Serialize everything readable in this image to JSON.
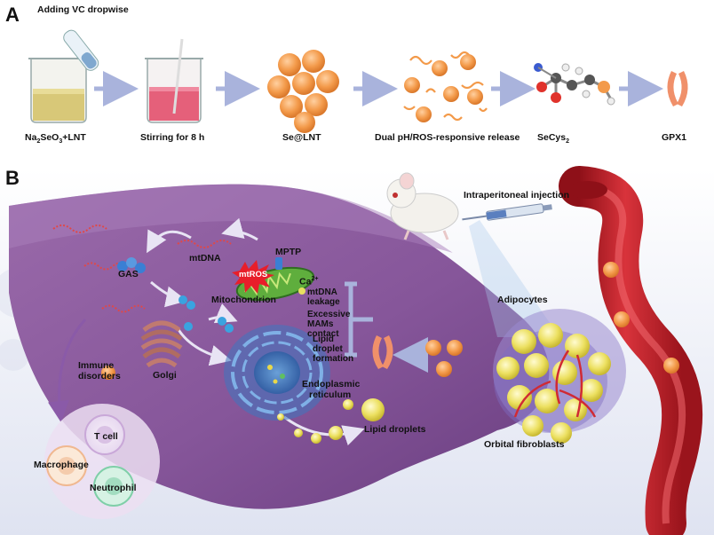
{
  "panel_a": {
    "letter": "A",
    "top_note": "Adding VC dropwise",
    "steps": [
      {
        "label_main": "Na",
        "sub1": "2",
        "mid": "SeO",
        "sub2": "3",
        "tail": "+LNT"
      },
      {
        "label": "Stirring for 8 h"
      },
      {
        "label": "Se@LNT"
      },
      {
        "label": "Dual pH/ROS-responsive release"
      },
      {
        "label_main": "SeCys",
        "sub1": "2"
      },
      {
        "label": "GPX1"
      }
    ]
  },
  "panel_b": {
    "letter": "B",
    "labels": {
      "mtdna": "mtDNA",
      "gas": "GAS",
      "mtros": "mtROS",
      "mptp": "MPTP",
      "ca": "Ca",
      "ca_sup": "2+",
      "mitochondrion": "Mitochondrion",
      "golgi": "Golgi",
      "er_line1": "Endoplasmic",
      "er_line2": "reticulum",
      "lipid_droplets": "Lipid droplets",
      "immune_line1": "Immune",
      "immune_line2": "disorders",
      "t_cell": "T cell",
      "macrophage": "Macrophage",
      "neutrophil": "Neutrophil",
      "injection": "Intraperitoneal injection",
      "adipocytes": "Adipocytes",
      "orbital": "Orbital fibroblasts"
    },
    "effects": [
      [
        "mtDNA",
        "leakage"
      ],
      [
        "Excessive",
        "MAMs",
        "contact"
      ],
      [
        "Lipid",
        "droplet",
        "formation"
      ]
    ]
  },
  "colors": {
    "cell_purple": "#8a5a9a",
    "nanoparticle_orange": "#f39a4a",
    "vessel_red": "#c8232c",
    "arrow_blue": "#a9b3dc",
    "lipid_yellow": "#e8d84a"
  }
}
